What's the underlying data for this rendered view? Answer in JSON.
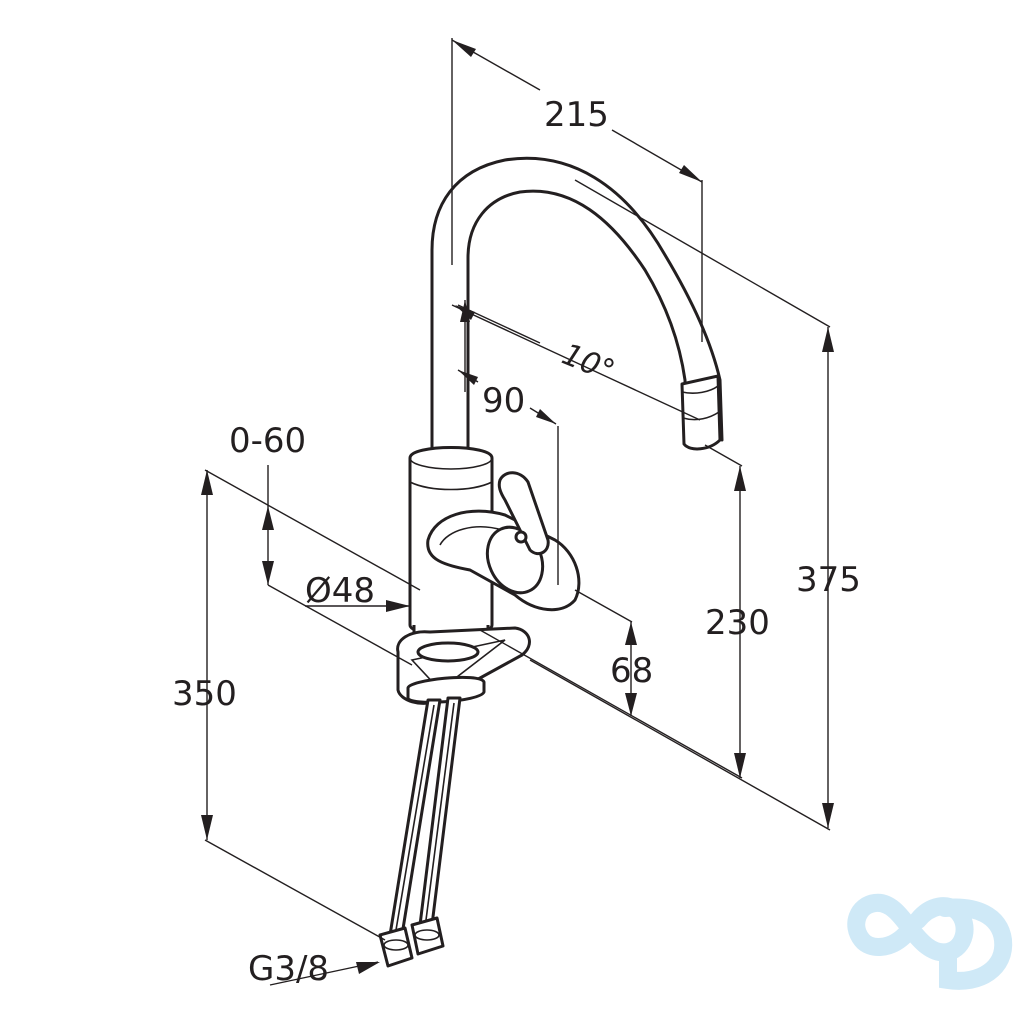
{
  "dimensions": {
    "spout_reach": "215",
    "swivel_angle": "10°",
    "lever_depth": "90",
    "deck_thickness": "0-60",
    "base_diameter": "Ø48",
    "hose_length": "350",
    "lever_height": "68",
    "outlet_height": "230",
    "total_height": "375",
    "connection_thread": "G3/8"
  },
  "watermark": {
    "color": "#cfe9f7"
  }
}
